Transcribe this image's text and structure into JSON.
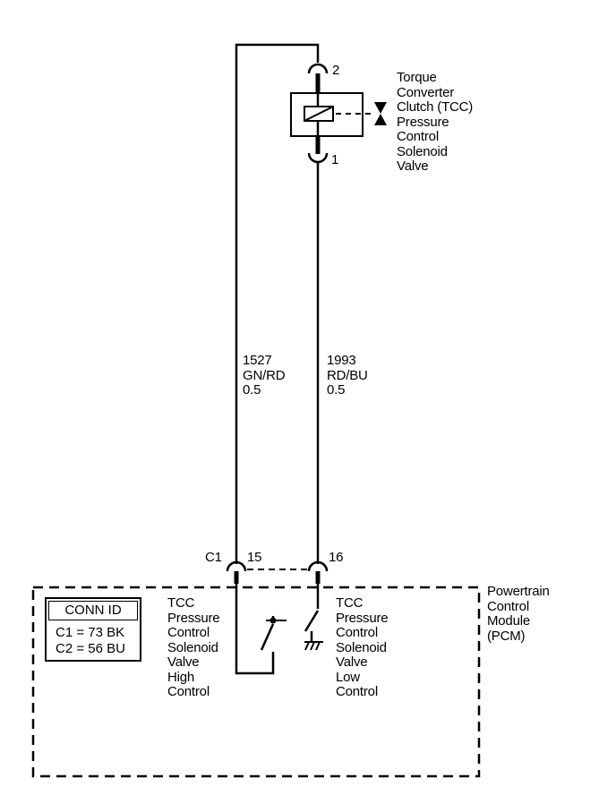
{
  "solenoid": {
    "name_lines": [
      "Torque",
      "Converter",
      "Clutch (TCC)",
      "Pressure",
      "Control",
      "Solenoid",
      "Valve"
    ],
    "pin_top": "2",
    "pin_bottom": "1"
  },
  "wires": [
    {
      "circuit": "1527",
      "color": "GN/RD",
      "gauge": "0.5"
    },
    {
      "circuit": "1993",
      "color": "RD/BU",
      "gauge": "0.5"
    }
  ],
  "connector": {
    "id": "C1",
    "pin_left": "15",
    "pin_right": "16",
    "legend_title": "CONN ID",
    "legend_rows": [
      "C1 = 73 BK",
      "C2 = 56 BU"
    ]
  },
  "module": {
    "name_lines": [
      "Powertrain",
      "Control",
      "Module",
      "(PCM)"
    ],
    "high_control_lines": [
      "TCC",
      "Pressure",
      "Control",
      "Solenoid",
      "Valve",
      "High",
      "Control"
    ],
    "low_control_lines": [
      "TCC",
      "Pressure",
      "Control",
      "Solenoid",
      "Valve",
      "Low",
      "Control"
    ]
  }
}
